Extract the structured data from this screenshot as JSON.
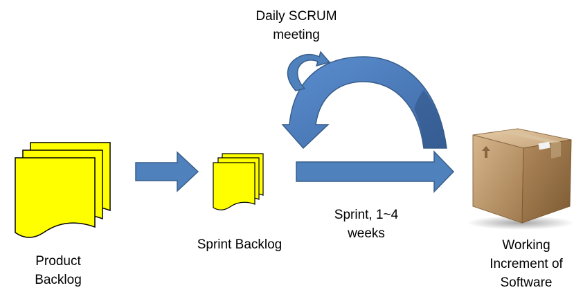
{
  "labels": {
    "product_backlog": [
      "Product",
      "Backlog"
    ],
    "sprint_backlog": "Sprint Backlog",
    "daily_meeting": [
      "Daily SCRUM",
      "meeting"
    ],
    "sprint_duration": [
      "Sprint, 1~4",
      "weeks"
    ],
    "working_increment": [
      "Working",
      "Increment of",
      "Software"
    ]
  },
  "colors": {
    "document_fill": "#ffff00",
    "document_stroke": "#000000",
    "arrow_fill": "#4f81bd",
    "arrow_stroke": "#385d8a",
    "box_cardboard": "#c4a27a",
    "text": "#000000"
  },
  "icons": {
    "product_backlog": "stacked-documents-icon",
    "sprint_backlog": "stacked-documents-icon",
    "working_increment": "cardboard-box-icon"
  }
}
